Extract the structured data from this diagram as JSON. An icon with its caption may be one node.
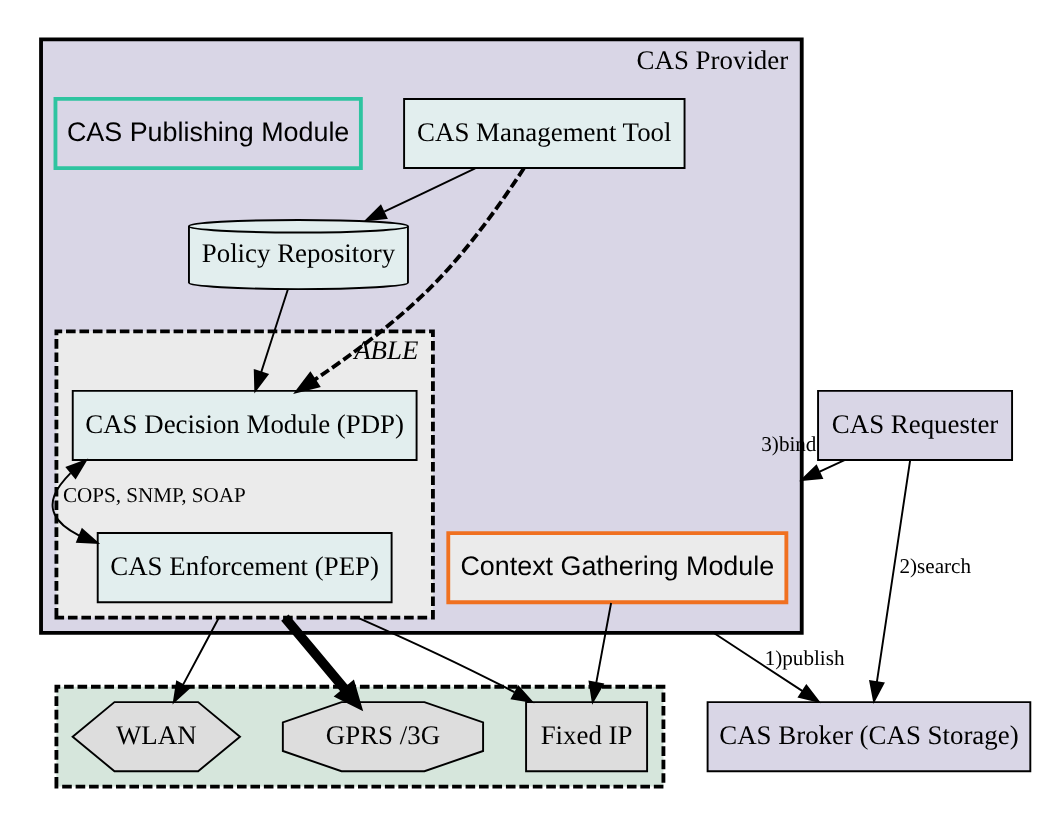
{
  "diagram": {
    "nodes": [
      {
        "text": [
          "CAS Provider"
        ]
      },
      {
        "text": [
          "CAS Management Tool"
        ],
        "in": 0
      },
      {
        "text": [
          "Policy Repository"
        ],
        "in": 0
      },
      {
        "text": [
          "CAS Publishing Module"
        ],
        "in": 0
      },
      {
        "text": [
          "ABLE"
        ],
        "in": 0
      },
      {
        "text": [
          "CAS Decision Module (PDP)"
        ],
        "in": 4
      },
      {
        "text": [
          "CAS Enforcement (PEP)"
        ],
        "in": 4
      },
      {
        "text": [
          "Context Gathering Module"
        ],
        "in": 0
      },
      {
        "text": [
          "CAS Requester"
        ]
      },
      {
        "text": [
          "CAS Broker (CAS Storage)"
        ]
      },
      {
        "text": [],
        "shape": "box"
      },
      {
        "text": [
          "WLAN"
        ],
        "in": 10
      },
      {
        "text": [
          "GPRS /3G"
        ],
        "in": 10
      },
      {
        "text": [
          "Fixed IP"
        ],
        "in": 10
      }
    ],
    "edges": [
      {
        "from": 1,
        "to": 2,
        "arrow": "to"
      },
      {
        "from": 1,
        "to": 5,
        "arrow": "to",
        "style": "dashed"
      },
      {
        "from": 2,
        "to": 5,
        "arrow": "to"
      },
      {
        "from": 5,
        "to": 6,
        "arrow": "both",
        "label": "COPS, SNMP, SOAP"
      },
      {
        "from": 8,
        "to": 0,
        "arrow": "to",
        "label": "3)bind"
      },
      {
        "from": 8,
        "to": 9,
        "arrow": "to",
        "label": "2)search"
      },
      {
        "from": 0,
        "to": 9,
        "arrow": "to",
        "label": "1)publish"
      },
      {
        "from": 4,
        "to": 11,
        "arrow": "to"
      },
      {
        "from": 4,
        "to": 12,
        "arrow": "to",
        "style": "thick"
      },
      {
        "from": 4,
        "to": 13,
        "arrow": "to"
      },
      {
        "from": 7,
        "to": 13,
        "arrow": "to"
      }
    ]
  }
}
